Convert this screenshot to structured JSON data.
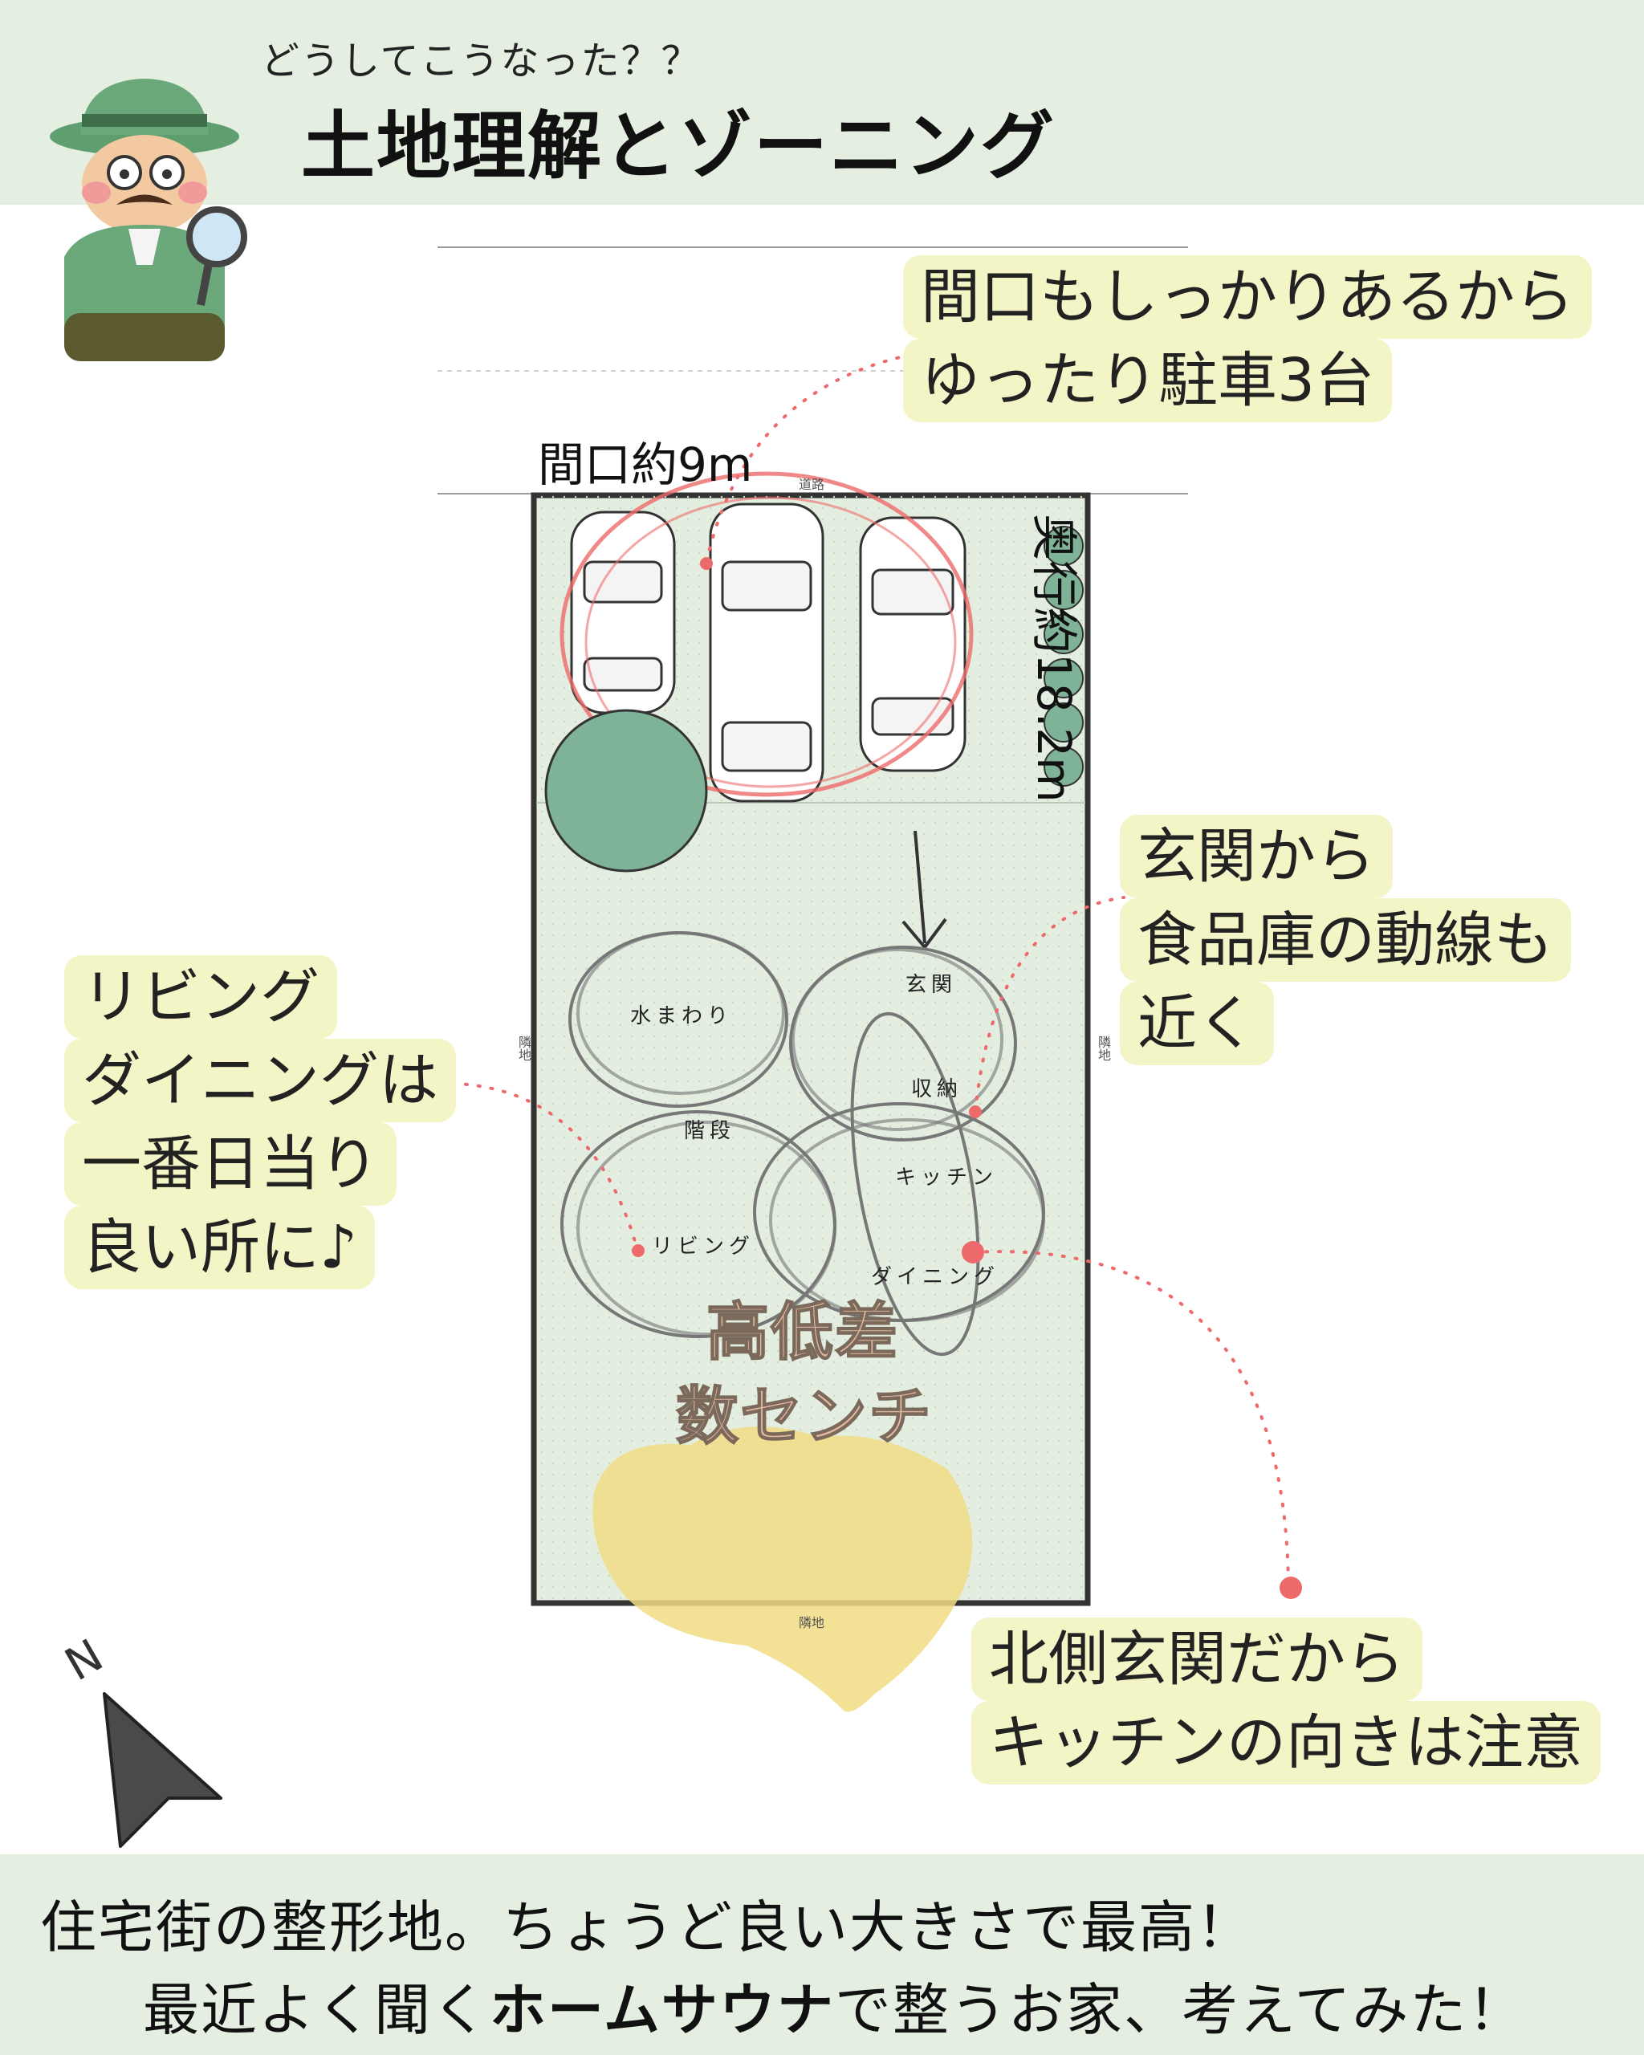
{
  "header": {
    "subtitle": "どうしてこうなった？？",
    "title": "土地理解とゾーニング"
  },
  "site": {
    "frontage": "間口約9m",
    "depth": "奥行約18.2m",
    "road": "道路",
    "neighbor": "隣地",
    "side_left": "隣地",
    "side_right": "隣地"
  },
  "rooms": {
    "water": "水まわり",
    "entrance": "玄関",
    "storage": "収納",
    "stairs": "階段",
    "kitchen": "キッチン",
    "living": "リビング",
    "dining": "ダイニング"
  },
  "elevation": {
    "line1": "高低差",
    "line2": "数センチ"
  },
  "callouts": {
    "parking": [
      "間口もしっかりあるから",
      "ゆったり駐車3台"
    ],
    "entrance": [
      "玄関から",
      "食品庫の動線も",
      "近く"
    ],
    "living": [
      "リビング",
      "ダイニングは",
      "一番日当り",
      "良い所に♪"
    ],
    "north": [
      "北側玄関だから",
      "キッチンの向きは注意"
    ]
  },
  "compass": {
    "label": "N"
  },
  "footer": {
    "line1": "住宅街の整形地。ちょうど良い大きさで最高！",
    "line2_pre": "最近よく聞く",
    "line2_strong": "ホームサウナ",
    "line2_post": "で整うお家、考えてみた！"
  },
  "colors": {
    "band": "#e4efe1",
    "lot": "#e3eee0",
    "highlight": "#f3f5c7",
    "accent_red": "#ee6a6a",
    "sun_yellow": "#f1dc84",
    "tree": "#7fb398"
  }
}
